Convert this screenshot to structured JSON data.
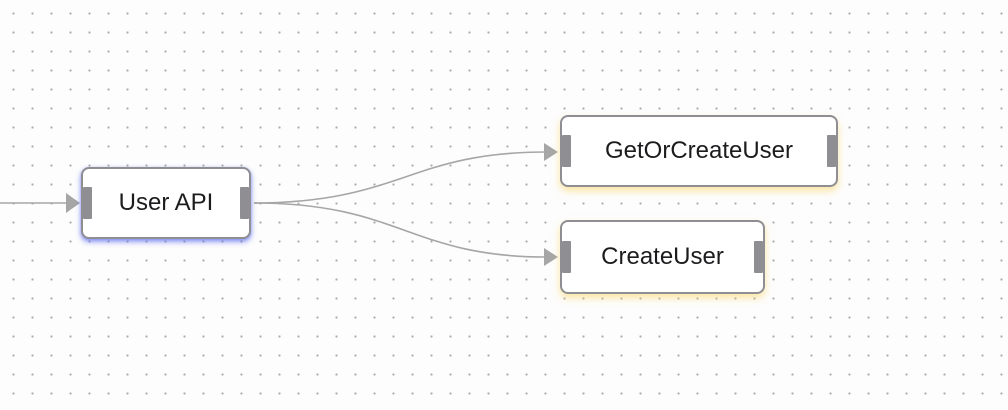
{
  "diagram": {
    "nodes": [
      {
        "id": "user-api",
        "label": "User API"
      },
      {
        "id": "get-or-create-user",
        "label": "GetOrCreateUser"
      },
      {
        "id": "create-user",
        "label": "CreateUser"
      }
    ],
    "edges": [
      {
        "from": "external",
        "to": "user-api"
      },
      {
        "from": "user-api",
        "to": "get-or-create-user"
      },
      {
        "from": "user-api",
        "to": "create-user"
      }
    ],
    "colors": {
      "edge": "#a6a6a6",
      "node_border": "#8e8e93",
      "selected_glow": "#606ef0",
      "pending_glow": "#fad25a"
    }
  }
}
